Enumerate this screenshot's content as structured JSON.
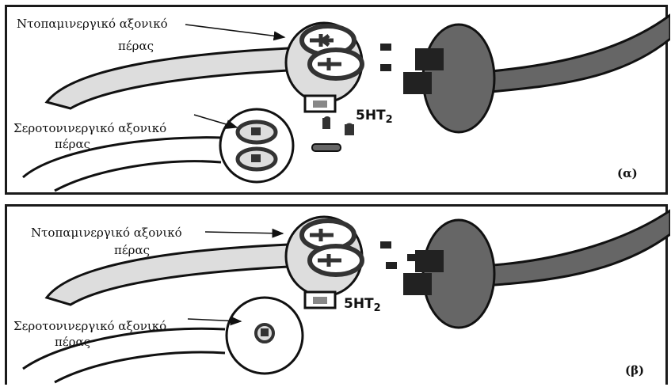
{
  "panel_a": {
    "dopaminergic_terminal_label": [
      "Ντοπαμινεργικό αξονικό",
      "πέρας"
    ],
    "serotonergic_terminal_label": [
      "Σεροτονινεργικό αξονικό",
      "πέρας"
    ],
    "receptor_label": "5HT",
    "receptor_subscript": "2",
    "panel_tag": "(α)"
  },
  "panel_b": {
    "dopaminergic_terminal_label": [
      "Ντοπαμινεργικό αξονικό",
      "πέρας"
    ],
    "serotonergic_terminal_label": [
      "Σεροτονινεργικό αξονικό",
      "πέρας"
    ],
    "receptor_label": "5HT",
    "receptor_subscript": "2",
    "panel_tag": "(β)"
  },
  "colors": {
    "dopaminergic_axon_fill": "#dcdcdc",
    "postsynaptic_fill": "#666666",
    "vesicle_fill": "#333333",
    "outline": "#111111"
  }
}
